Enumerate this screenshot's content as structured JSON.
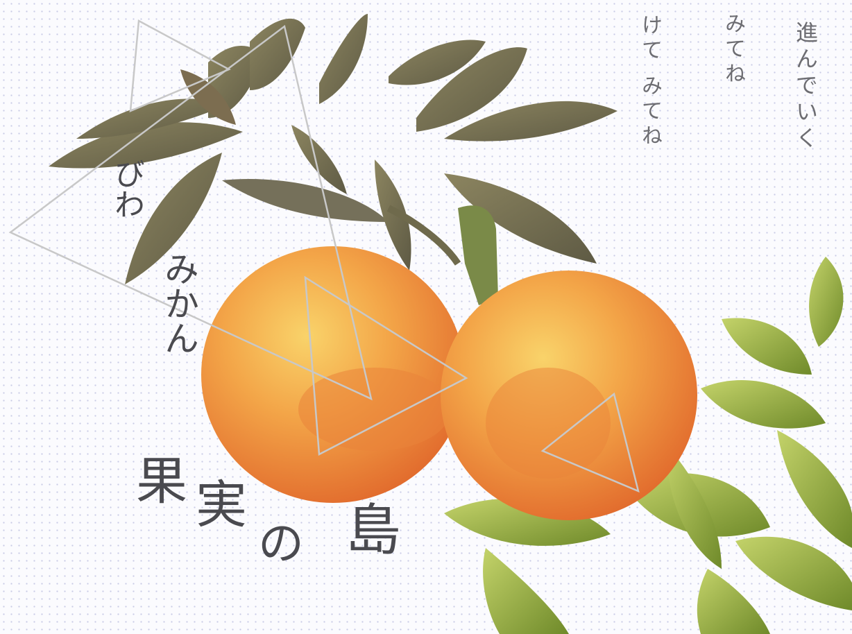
{
  "texts": {
    "line_1": "進んでいく",
    "line_2": "みてね",
    "line_3": "けて みてね",
    "biwa": "びわ",
    "mikan": "みかん",
    "title_ka": "果",
    "title_jitsu": "実",
    "title_no": "の",
    "title_shima": "島"
  },
  "colors": {
    "background": "#fbfbfe",
    "dots": "#c9cbe6",
    "fruit_light": "#f7c35a",
    "fruit_mid": "#f0973e",
    "fruit_dark": "#e46f2d",
    "loquat_leaf": "#6f6a4c",
    "citrus_leaf": "#8fa33a",
    "outline": "#c8c8c8",
    "text": "#4a4a4f"
  }
}
